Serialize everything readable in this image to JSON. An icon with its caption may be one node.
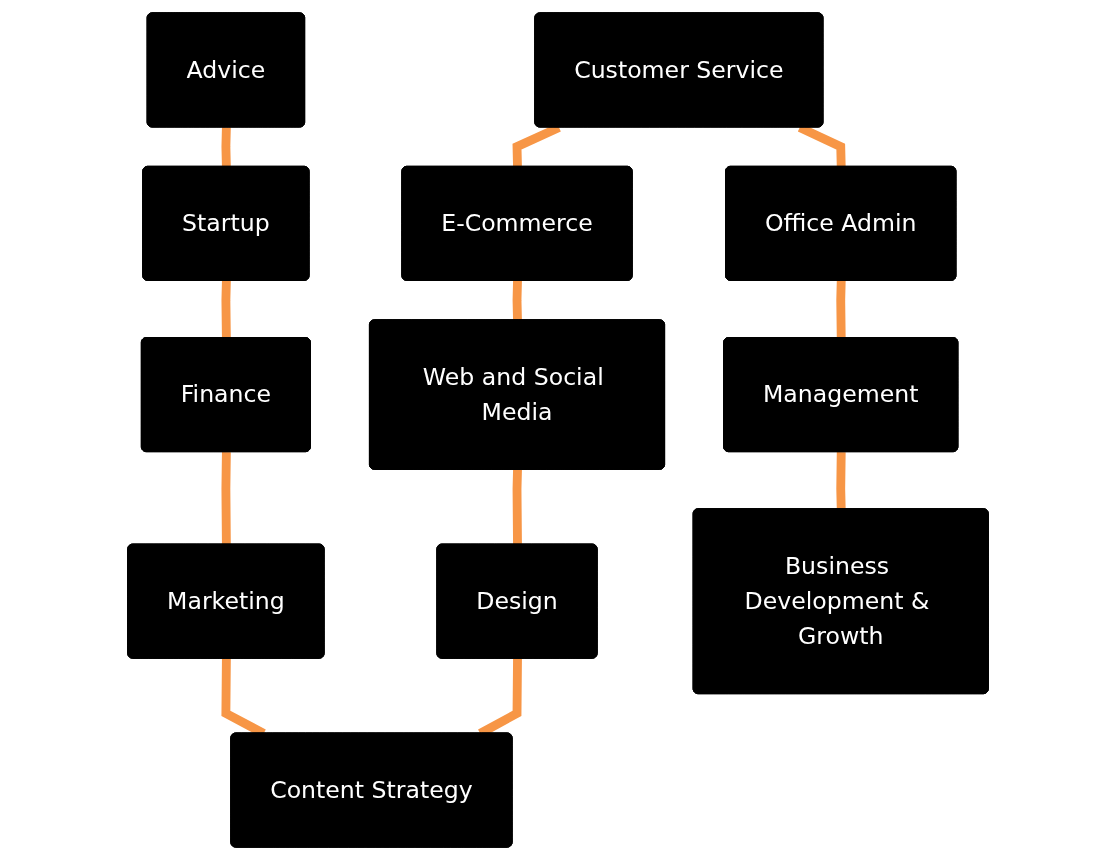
{
  "diagram": {
    "nodes": [
      {
        "text": [
          "Advice"
        ]
      },
      {
        "text": [
          "E-Commerce"
        ]
      },
      {
        "text": [
          "Customer Service"
        ]
      },
      {
        "text": [
          "Startup"
        ]
      },
      {
        "text": [
          "Web and Social Media"
        ]
      },
      {
        "text": [
          "Office Admin"
        ]
      },
      {
        "text": [
          "Finance"
        ]
      },
      {
        "text": [
          "Design"
        ]
      },
      {
        "text": [
          "Management"
        ]
      },
      {
        "text": [
          "Marketing"
        ]
      },
      {
        "text": [
          "Content Strategy"
        ]
      },
      {
        "text": [
          "Business Development & Growth"
        ]
      }
    ],
    "edges": [
      {
        "from": 0,
        "to": 3,
        "arrow": "none"
      },
      {
        "from": 3,
        "to": 6,
        "arrow": "none"
      },
      {
        "from": 6,
        "to": 9,
        "arrow": "none"
      },
      {
        "from": 9,
        "to": 10,
        "arrow": "none"
      },
      {
        "from": 7,
        "to": 10,
        "arrow": "none"
      },
      {
        "from": 4,
        "to": 7,
        "arrow": "none"
      },
      {
        "from": 1,
        "to": 4,
        "arrow": "none"
      },
      {
        "from": 2,
        "to": 1,
        "arrow": "none"
      },
      {
        "from": 2,
        "to": 5,
        "arrow": "none"
      },
      {
        "from": 5,
        "to": 8,
        "arrow": "none"
      },
      {
        "from": 8,
        "to": 11,
        "arrow": "none"
      }
    ]
  }
}
